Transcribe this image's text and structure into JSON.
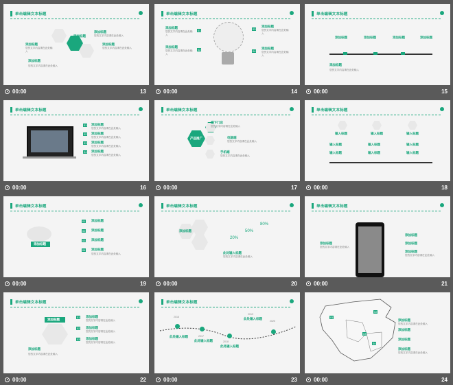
{
  "time_label": "00:00",
  "slide_title": "单击编辑文本标题",
  "slides": [
    {
      "number": "13",
      "labels": [
        "添加标题",
        "添加标题",
        "添加标题"
      ],
      "center": "添加标题",
      "footer": "添加标题"
    },
    {
      "number": "14",
      "labels": [
        "添加标题",
        "添加标题",
        "添加标题",
        "添加标题"
      ],
      "badges": [
        "01",
        "02",
        "03",
        "04"
      ]
    },
    {
      "number": "15",
      "labels": [
        "添加标题",
        "添加标题",
        "添加标题",
        "添加标题"
      ],
      "footer": "添加标题"
    },
    {
      "number": "16",
      "labels": [
        "添加标题",
        "添加标题",
        "添加标题",
        "添加标题"
      ],
      "badges": [
        "01",
        "02",
        "03",
        "04"
      ]
    },
    {
      "number": "17",
      "labels": [
        "端下门店",
        "电脑端",
        "手机端"
      ],
      "center": "产品推广"
    },
    {
      "number": "18",
      "labels": [
        "输入标题",
        "输入标题",
        "输入标题",
        "输入标题",
        "输入标题",
        "输入标题",
        "输入标题",
        "输入标题",
        "输入标题"
      ]
    },
    {
      "number": "19",
      "labels": [
        "添加标题",
        "添加标题",
        "添加标题",
        "添加标题"
      ],
      "badges": [
        "01",
        "02",
        "03",
        "04"
      ],
      "center": "添加标题"
    },
    {
      "number": "20",
      "labels": [
        "添加标题",
        "此处输入标题"
      ],
      "values": [
        "20%",
        "50%",
        "80%"
      ]
    },
    {
      "number": "21",
      "labels": [
        "添加标题",
        "添加标题",
        "添加标题",
        "添加标题"
      ]
    },
    {
      "number": "22",
      "labels": [
        "添加标题",
        "添加标题",
        "添加标题"
      ],
      "badges": [
        "01",
        "02",
        "03"
      ],
      "center": "添加标题",
      "footer": "添加标题"
    },
    {
      "number": "23",
      "labels": [
        "此处输入标题",
        "此处输入标题",
        "此处输入标题",
        "此处输入标题"
      ],
      "years": [
        "2016",
        "2017",
        "2018",
        "2019",
        "2020"
      ]
    },
    {
      "number": "24",
      "labels": [
        "添加标题",
        "添加标题",
        "添加标题",
        "添加标题"
      ],
      "badges": [
        "01",
        "02",
        "03",
        "04"
      ]
    }
  ],
  "body_text": "您的文字内容请在此处输入",
  "colors": {
    "accent": "#1aa77d",
    "page_bg": "#5a5a5a",
    "slide_bg": "#f4f4f4"
  },
  "icons": [
    "clock-icon"
  ]
}
